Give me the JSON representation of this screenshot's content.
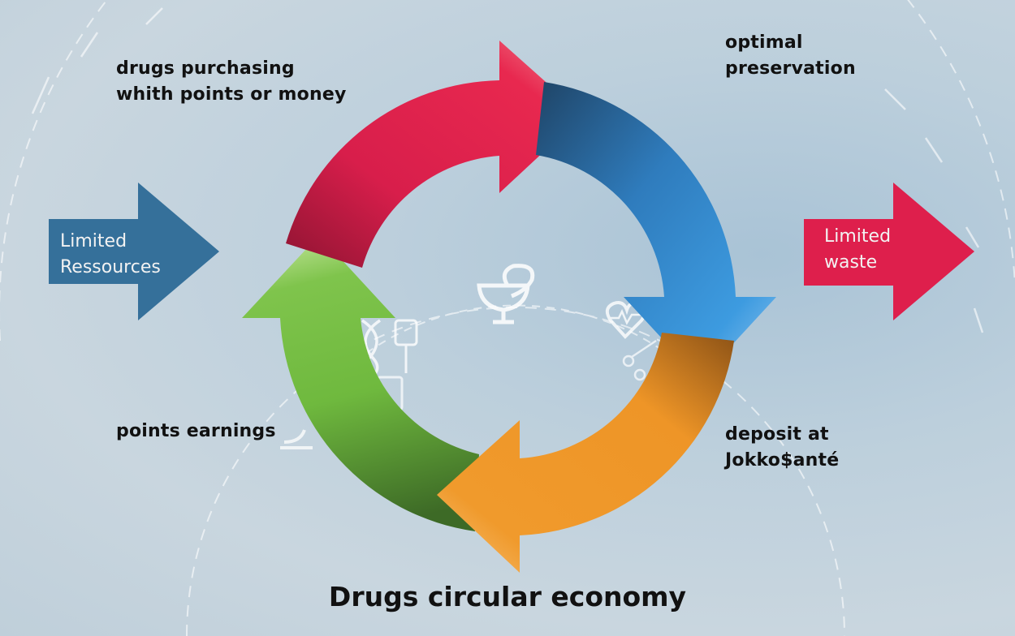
{
  "title": "Drugs circular economy",
  "input_arrow": {
    "line1": "Limited",
    "line2": "Ressources"
  },
  "output_arrow": {
    "line1": "Limited",
    "line2": "waste"
  },
  "cycle_steps": [
    {
      "line1": "drugs purchasing",
      "line2": "whith points or money"
    },
    {
      "line1": "optimal",
      "line2": "preservation"
    },
    {
      "line1": "deposit at",
      "line2": "Jokko$anté"
    },
    {
      "line1": "points earnings",
      "line2": ""
    }
  ],
  "colors": {
    "red_arrow": "#e0234f",
    "blue_arrow": "#3a8fd0",
    "orange_arrow": "#ee9527",
    "green_arrow": "#6fb93e",
    "input_arrow": "#35709a",
    "output_arrow": "#de1f4c"
  },
  "background_icons": [
    "medicine-cup-icon",
    "heart-monitor-icon",
    "dna-icon",
    "iv-drip-icon",
    "clipboard-icon",
    "microscope-icon",
    "scissors-icon"
  ]
}
